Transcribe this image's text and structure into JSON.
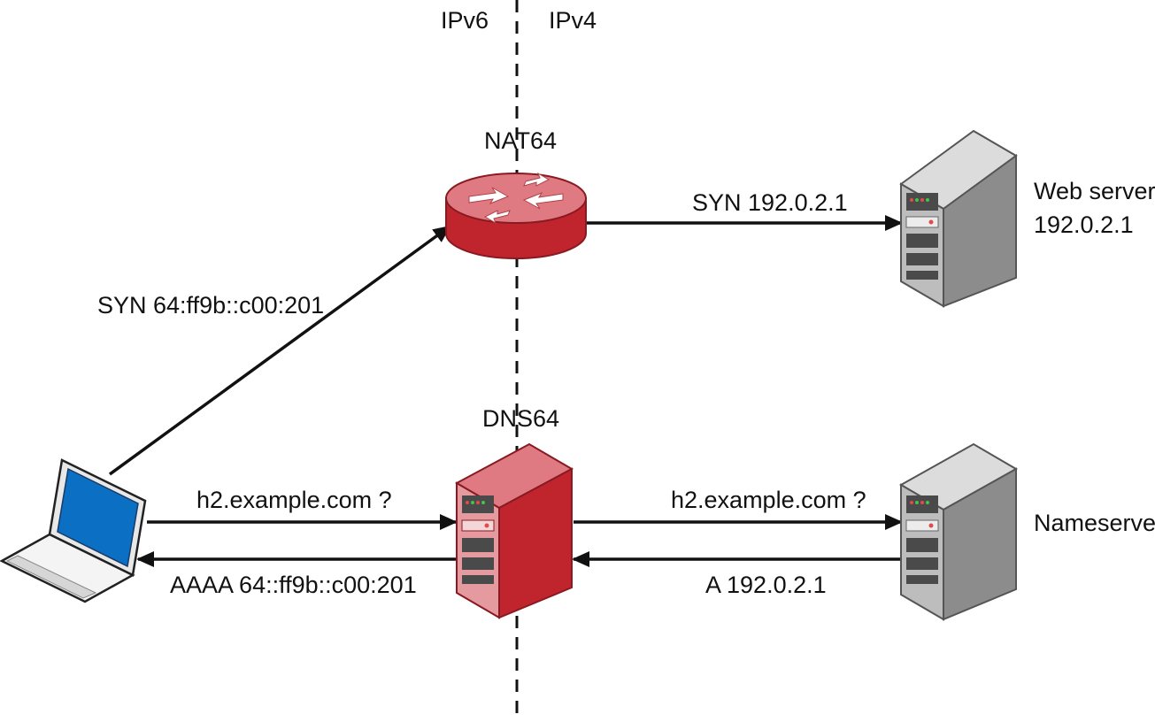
{
  "zones": {
    "left": "IPv6",
    "right": "IPv4"
  },
  "nodes": {
    "nat64": "NAT64",
    "dns64": "DNS64",
    "web_server": {
      "name": "Web server",
      "address": "192.0.2.1"
    },
    "nameserver": "Nameserver"
  },
  "messages": {
    "client_to_nat": "SYN 64:ff9b::c00:201",
    "nat_to_web": "SYN 192.0.2.1",
    "client_query": "h2.example.com ?",
    "dns64_response": "AAAA 64::ff9b::c00:201",
    "dns64_query": "h2.example.com ?",
    "nameserver_response": "A 192.0.2.1"
  },
  "icons": {
    "client": "laptop-icon",
    "nat64": "router-icon",
    "dns64": "server-icon",
    "web_server": "server-icon",
    "nameserver": "server-icon"
  },
  "colors": {
    "router_red": "#c0252e",
    "router_top": "#e07a82",
    "dns64_red": "#c0252e",
    "server_gray": "#8c8c8c",
    "laptop_screen": "#0b6fc4",
    "line": "#111111"
  }
}
